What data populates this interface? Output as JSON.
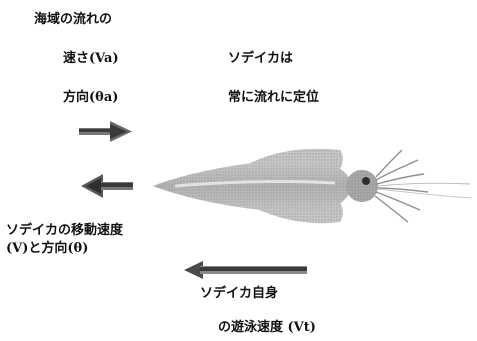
{
  "labels": {
    "sea_flow_title": "海域の流れの",
    "sea_flow_speed": "速さ(Va)",
    "sea_flow_direction": "方向(θa)",
    "squid_orients_1": "ソデイカは",
    "squid_orients_2": "常に流れに定位",
    "squid_motion_1": "ソデイカの移動速度",
    "squid_motion_2": "(V)と方向(θ)",
    "own_swim_1": "ソデイカ自身",
    "own_swim_2": "の遊泳速度 (Vt)"
  },
  "colors": {
    "background": "#ffffff",
    "text": "#111111",
    "arrow_dark": "#3a3a3a",
    "arrow_mid": "#777777",
    "squid_body": "#b4b4b4",
    "squid_dark": "#8c8c8c"
  },
  "icons": {
    "current_arrow": "right-arrow-icon",
    "movement_arrow": "left-arrow-icon",
    "swim_arrow": "long-left-arrow-icon",
    "squid": "squid-illustration"
  }
}
